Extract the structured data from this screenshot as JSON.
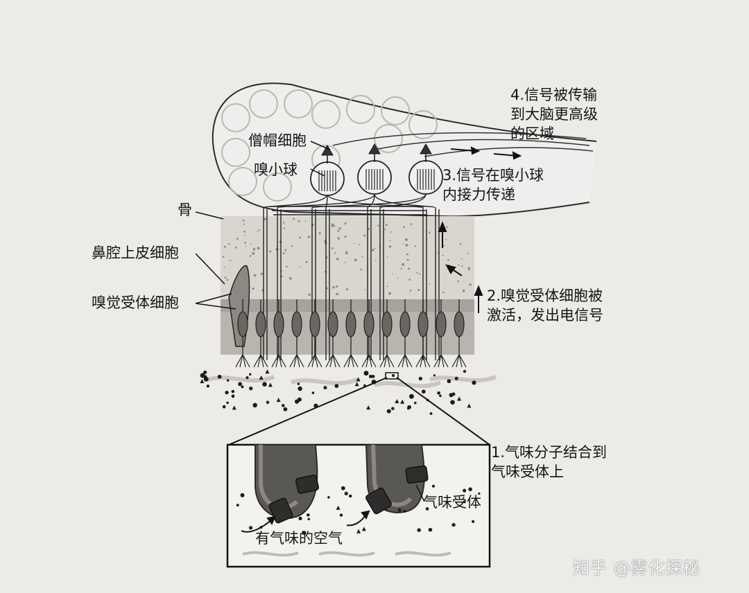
{
  "labels": {
    "step4_line1": "4.信号被传输",
    "step4_line2": "到大脑更高级",
    "step4_line3": "的区域",
    "mitral_cell": "僧帽细胞",
    "glomerulus": "嗅小球",
    "step3_line1": "3.信号在嗅小球",
    "step3_line2": "内接力传递",
    "bone": "骨",
    "epithelial_cell": "鼻腔上皮细胞",
    "receptor_cell": "嗅觉受体细胞",
    "step2_line1": "2.嗅觉受体细胞被",
    "step2_line2": "激活，发出电信号",
    "step1_line1": "1.气味分子结合到",
    "step1_line2": "气味受体上",
    "odor_receptor": "气味受体",
    "odor_air": "有气味的空气"
  },
  "watermark": {
    "text": "知乎 @雾化探秘"
  },
  "colors": {
    "background": "#ecebe8",
    "ink": "#1e1e1e",
    "bone": "#d9d6cf",
    "epithelium": "#b8b4ae",
    "cell_body": "#6a6763",
    "receptor_dark": "#3a3836"
  }
}
